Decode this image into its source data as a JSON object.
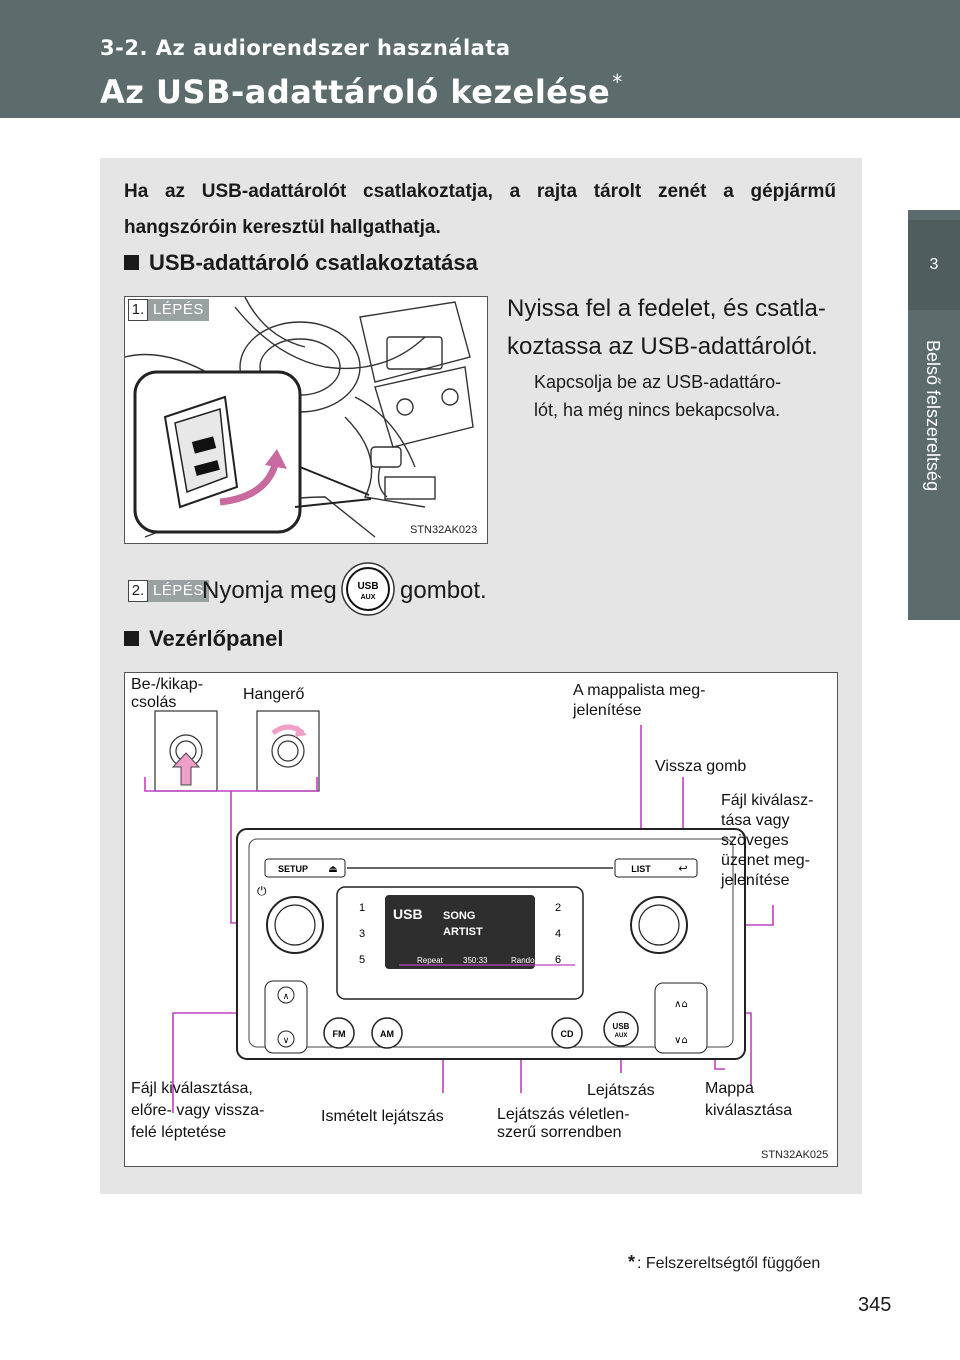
{
  "header": {
    "section": "3-2. Az audiorendszer használata",
    "title": "Az USB-adattároló kezelése",
    "title_mark": "*"
  },
  "side_tab": {
    "number": "3",
    "label": "Belső felszereltség"
  },
  "intro": "Ha az USB-adattárolót csatlakoztatja, a rajta tárolt zenét a gépjármű hangszóróin keresztül hallgathatja.",
  "section1": {
    "title": "USB-adattároló csatlakoztatása",
    "step1": {
      "number": "1.",
      "word": "LÉPÉS",
      "text_line1": "Nyissa fel a fedelet, és csatla-",
      "text_line2": "koztassa az USB-adattárolót.",
      "note_line1": "Kapcsolja be az USB-adattáro-",
      "note_line2": "lót, ha még nincs bekapcsolva.",
      "figure_code": "STN32AK023"
    },
    "step2": {
      "number": "2.",
      "word": "LÉPÉS",
      "text_before": "Nyomja meg",
      "text_after": "gombot.",
      "button_line1": "USB",
      "button_line2": "AUX"
    }
  },
  "section2": {
    "title": "Vezérlőpanel",
    "figure_code": "STN32AK025",
    "labels": {
      "power_line1": "Be-/kikap-",
      "power_line2": "csolás",
      "volume": "Hangerő",
      "folder_list_line1": "A mappalista meg-",
      "folder_list_line2": "jelenítése",
      "back": "Vissza gomb",
      "file_select_line1": "Fájl kiválasz-",
      "file_select_line2": "tása vagy",
      "file_select_line3": "szöveges",
      "file_select_line4": "üzenet meg-",
      "file_select_line5": "jelenítése",
      "file_step_line1": "Fájl kiválasztása,",
      "file_step_line2": "előre- vagy vissza-",
      "file_step_line3": "felé léptetése",
      "repeat": "Ismételt lejátszás",
      "random_line1": "Lejátszás véletlen-",
      "random_line2": "szerű sorrendben",
      "play": "Lejátszás",
      "folder_line1": "Mappa",
      "folder_line2": "kiválasztása"
    },
    "radio": {
      "setup": "SETUP",
      "list": "LIST",
      "presets": [
        "1",
        "2",
        "3",
        "4",
        "5",
        "6"
      ],
      "fm": "FM",
      "am": "AM",
      "cd": "CD",
      "usb": "USB",
      "aux": "AUX",
      "display_source": "USB",
      "display_song": "SONG",
      "display_artist": "ARTIST",
      "display_repeat": "Repeat",
      "display_time": "350:33",
      "display_random": "Random"
    }
  },
  "footnote": {
    "mark": "*",
    "text": ": Felszereltségtől függően"
  },
  "page_number": "345",
  "colors": {
    "header": "#5c6b6b",
    "panel": "#e5e5e5",
    "callout": "#c040c0",
    "arrow": "#f0a0c8"
  }
}
